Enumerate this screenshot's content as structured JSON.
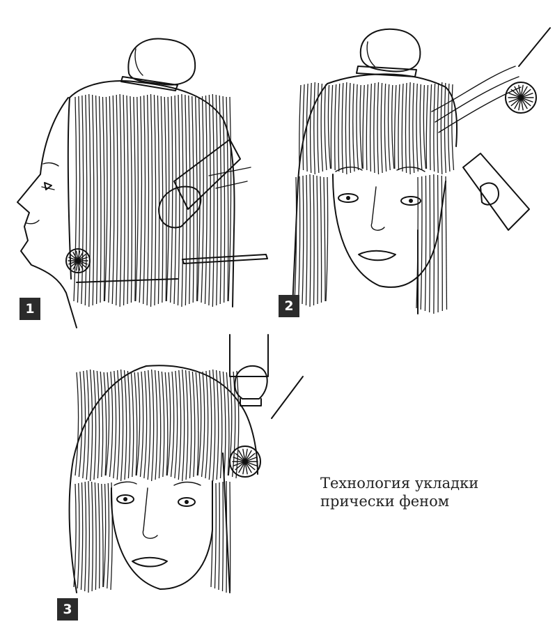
{
  "figures": [
    {
      "number": "1",
      "icon": "hair-drying-side-view"
    },
    {
      "number": "2",
      "icon": "hair-drying-front-view"
    },
    {
      "number": "3",
      "icon": "hair-styled-bob-view"
    }
  ],
  "caption": {
    "line1": "Технология укладки",
    "line2": "прически феном"
  },
  "colors": {
    "ink": "#111111",
    "badge": "#2b2b2b",
    "paper": "#ffffff"
  }
}
